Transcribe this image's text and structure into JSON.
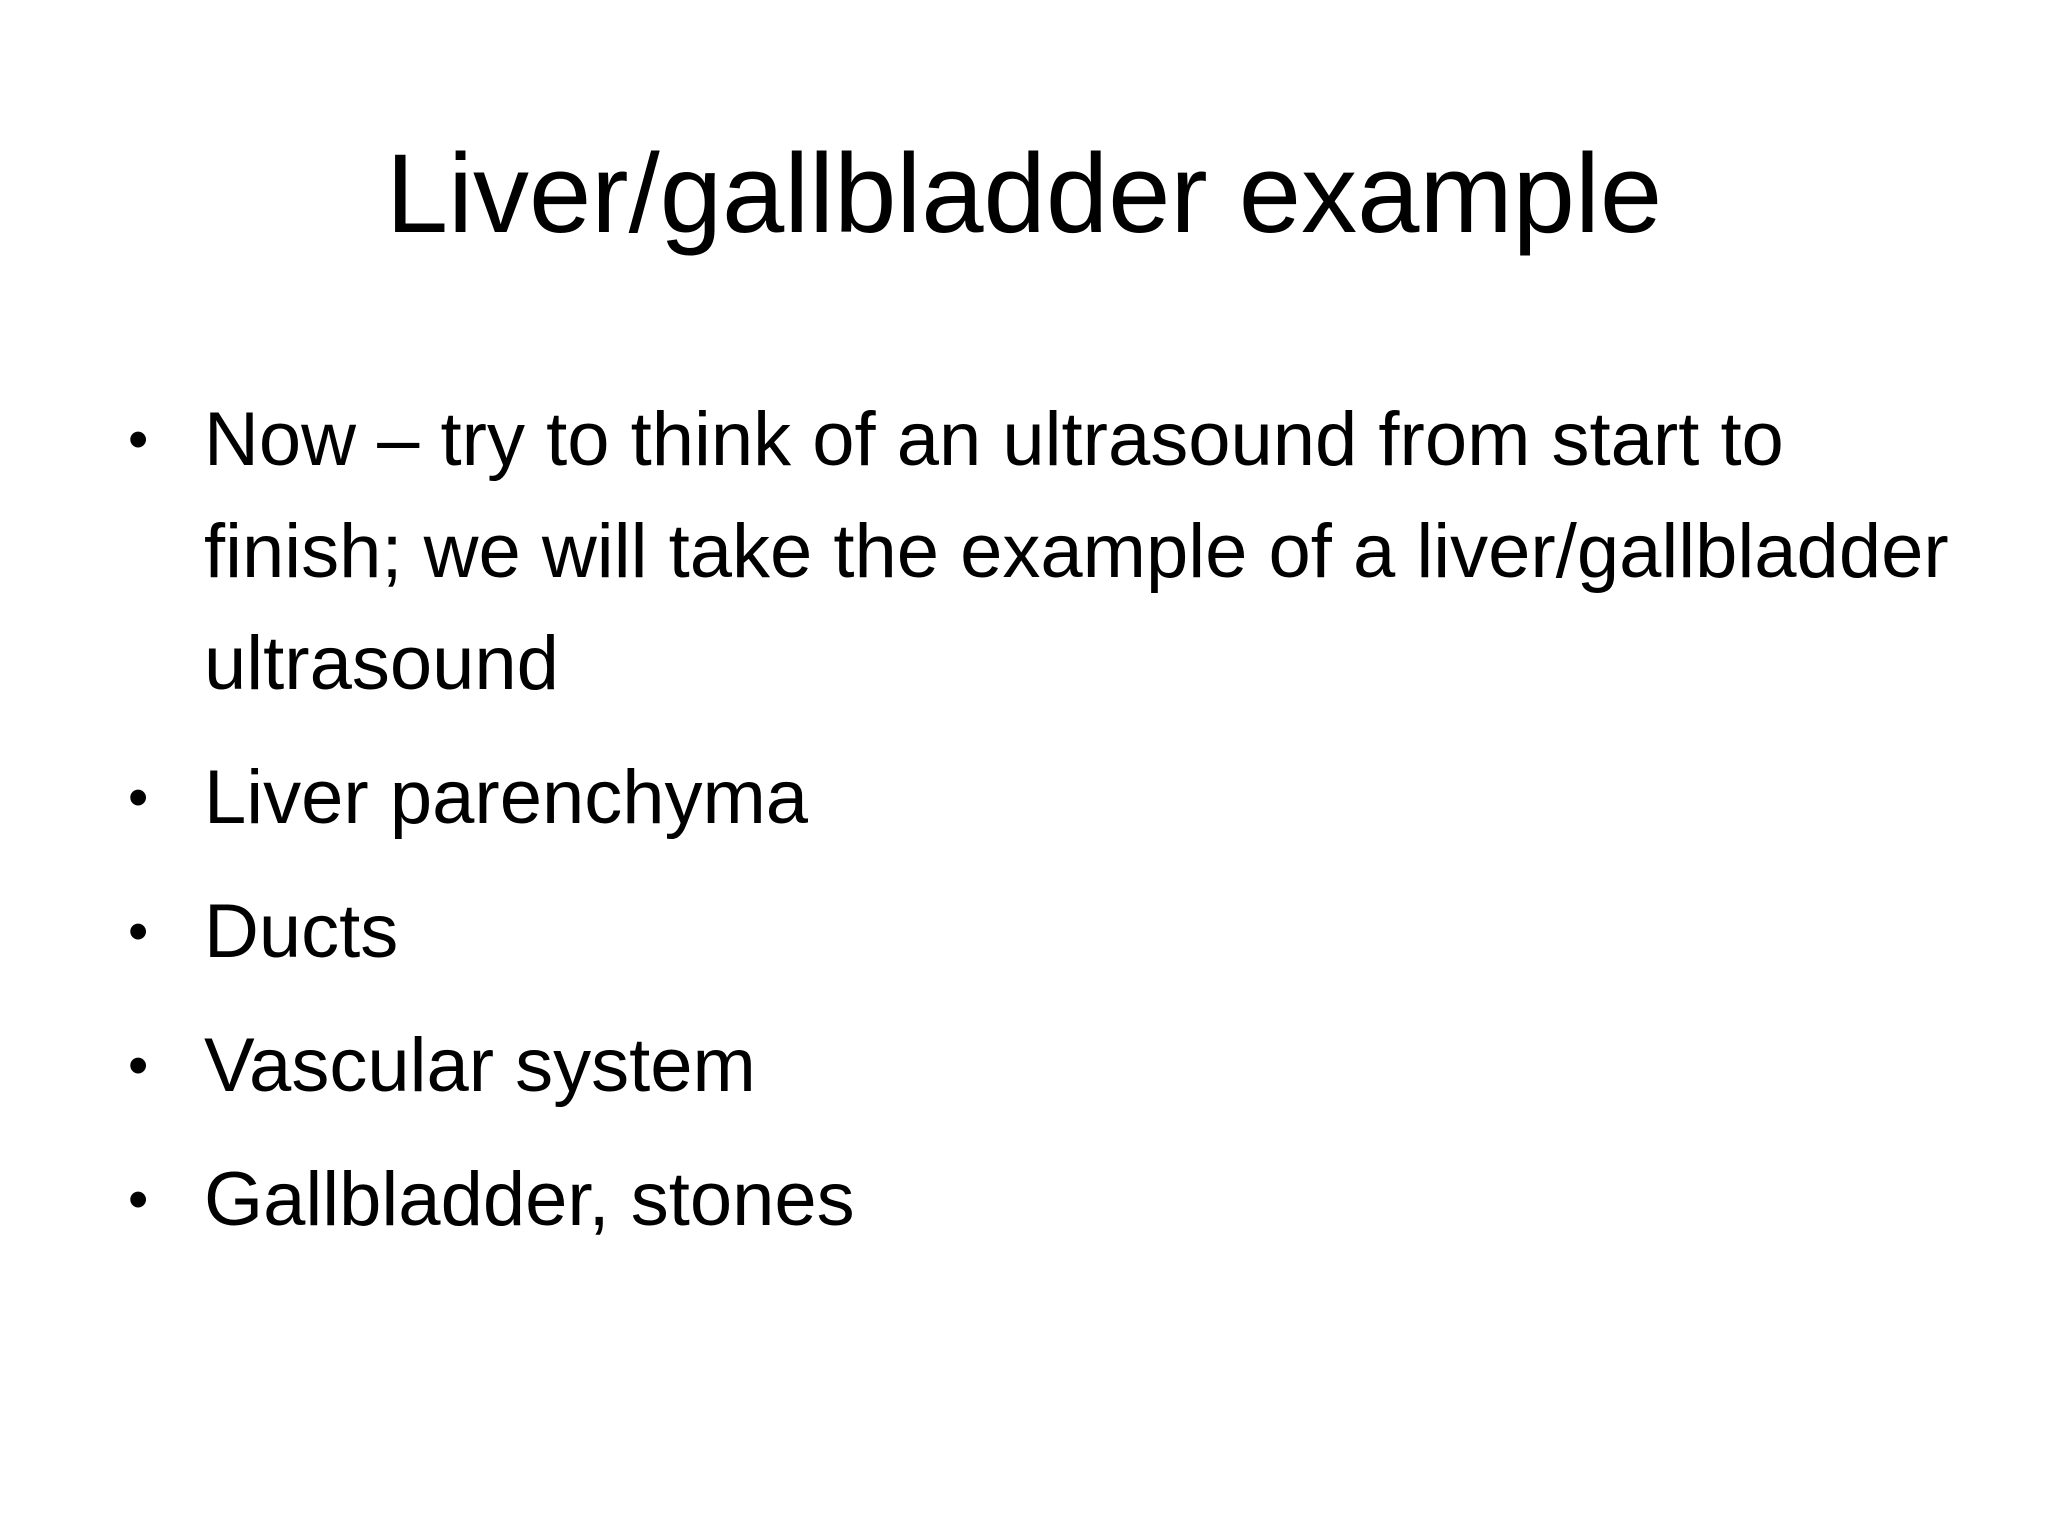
{
  "slide": {
    "title": "Liver/gallbladder example",
    "bullets": [
      "Now – try to think of an ultrasound from start to finish; we will take the example of a liver/gallbladder ultrasound",
      "Liver parenchyma",
      "Ducts",
      "Vascular system",
      "Gallbladder, stones"
    ],
    "bullet_symbol": "•"
  }
}
